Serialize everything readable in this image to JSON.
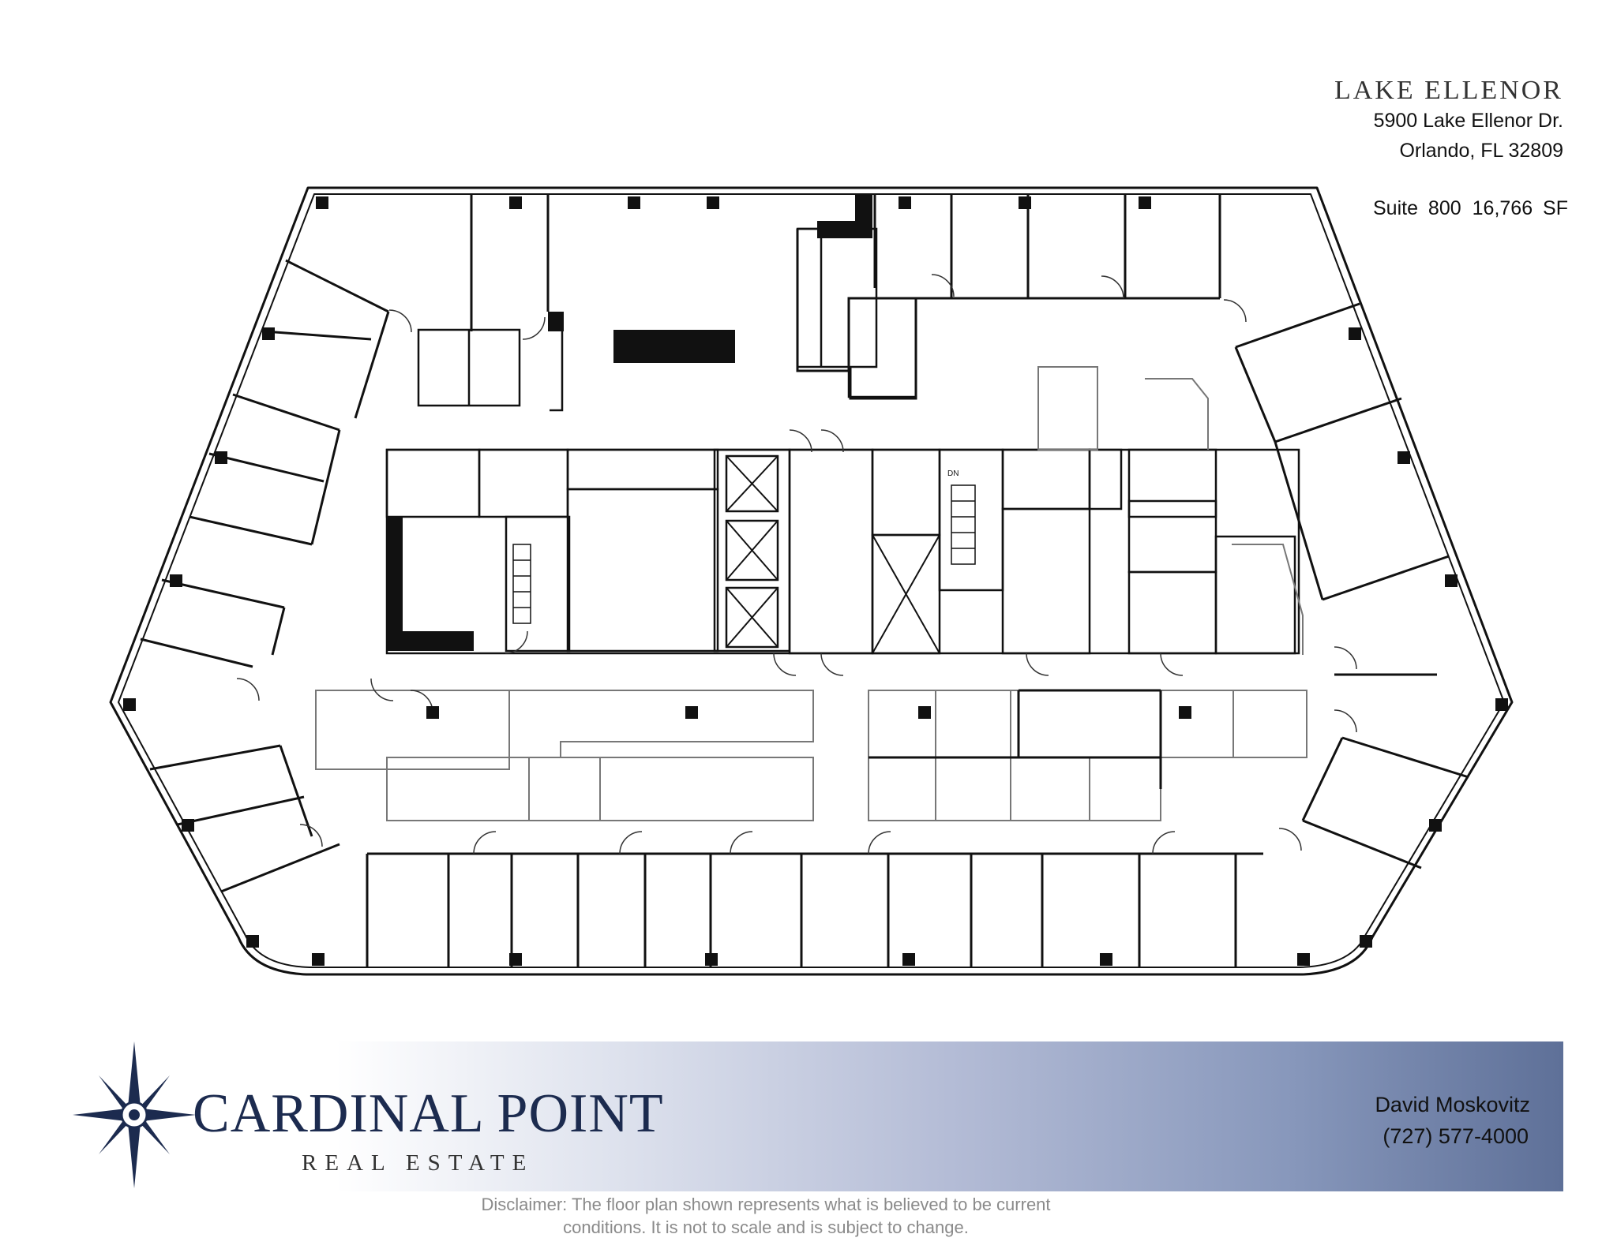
{
  "header": {
    "building_name": "LAKE ELLENOR",
    "address_line1": "5900 Lake Ellenor Dr.",
    "address_line2": "Orlando, FL 32809"
  },
  "suite": {
    "label": "Suite 800",
    "area": "16,766 SF"
  },
  "plan": {
    "stair_label": "DN"
  },
  "contact": {
    "name": "David Moskovitz",
    "phone": "(727) 577-4000"
  },
  "logo": {
    "name": "CARDINAL POINT",
    "subtitle": "REAL ESTATE"
  },
  "disclaimer": {
    "line1": "Disclaimer: The floor plan shown represents what is believed to be current",
    "line2": "conditions.  It is not to scale and is subject to change."
  },
  "colors": {
    "brand_navy": "#1c2b4f",
    "banner_end": "#5e7098",
    "wall": "#111111",
    "glass": "#777777"
  }
}
